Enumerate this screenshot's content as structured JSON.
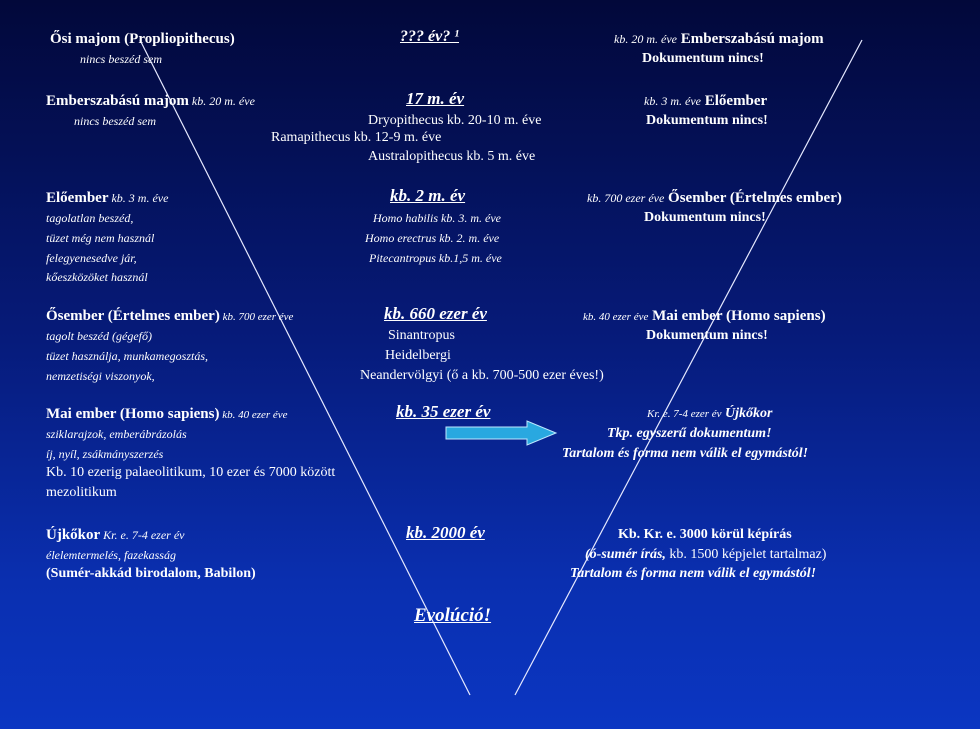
{
  "col_left": {
    "r1_title": "Ősi majom (Propliopithecus)",
    "r1_note": "nincs beszéd sem",
    "r2_title": "Emberszabású majom",
    "r2_age": " kb. 20 m. éve",
    "r2_note": "nincs beszéd sem",
    "r3_title": "Előember",
    "r3_age": " kb. 3 m. éve",
    "r3_l1": "tagolatlan beszéd,",
    "r3_l2": "tüzet még nem használ",
    "r3_l3": "felegyenesedve jár,",
    "r3_l4": "kőeszközöket használ",
    "r4_title": "Ősember (Értelmes ember)",
    "r4_age": " kb. 700 ezer éve",
    "r4_l1": "tagolt beszéd (gégefő)",
    "r4_l2": "tüzet használja, munkamegosztás,",
    "r4_l3": "nemzetiségi viszonyok,",
    "r5_title": "Mai ember (Homo sapiens)",
    "r5_age": " kb. 40 ezer éve",
    "r5_l1": "sziklarajzok, emberábrázolás",
    "r5_l2": "íj, nyíl, zsákmányszerzés",
    "r5_l3": "Kb. 10 ezerig palaeolitikum, 10 ezer és 7000 között",
    "r5_l4": "mezolitikum",
    "r6_title": "Újkőkor",
    "r6_age": " Kr. e. 7-4 ezer év",
    "r6_l1": "élelemtermelés, fazekasság",
    "r6_l2": "(Sumér-akkád birodalom, Babilon)"
  },
  "col_mid": {
    "h1": "??? év? ¹",
    "h2": "17 m. év",
    "h2_l1": "Dryopithecus kb. 20-10 m. éve",
    "h2_l2": "Ramapithecus kb. 12-9 m. éve",
    "h2_l3": "Australopithecus kb. 5 m. éve",
    "h3": "kb. 2 m. év",
    "h3_l1": "Homo habilis kb. 3. m. éve",
    "h3_l2": "Homo erectrus kb. 2. m. éve",
    "h3_l3": "Pitecantropus kb.1,5 m. éve",
    "h4": "kb. 660 ezer év",
    "h4_l1": "Sinantropus",
    "h4_l2": "Heidelbergi",
    "h4_l3": "Neandervölgyi (ő a kb. 700-500 ezer éves!)",
    "h5": "kb. 35 ezer év",
    "h6": "kb. 2000 év",
    "footer": "Evolúció!"
  },
  "col_right": {
    "r1_age": "kb. 20 m. éve",
    "r1_title": " Emberszabású majom",
    "r1_note": "Dokumentum nincs!",
    "r2_age": "kb. 3 m. éve",
    "r2_title": " Előember",
    "r2_note": "Dokumentum nincs!",
    "r3_age": "kb. 700 ezer éve",
    "r3_title": " Ősember (Értelmes ember)",
    "r3_note": "Dokumentum nincs!",
    "r4_age": "kb. 40 ezer éve",
    "r4_title": " Mai ember (Homo sapiens)",
    "r4_note": "Dokumentum nincs!",
    "r5_age": "Kr. e. 7-4 ezer év",
    "r5_title": " Újkőkor",
    "r5_l1": "Tkp. egyszerű dokumentum!",
    "r5_l2": "Tartalom és forma nem válik el egymástól!",
    "r6_title": "Kb. Kr. e. 3000 körül képírás",
    "r6_l1a": "(ó-sumér írás,",
    "r6_l1b": " kb. 1500 képjelet tartalmaz)",
    "r6_l2": "Tartalom és forma nem válik el egymástól!"
  },
  "colors": {
    "arrow_fill": "#29a8e0",
    "arrow_edge": "#bfe8ff",
    "lines": "#e6e9ff"
  }
}
